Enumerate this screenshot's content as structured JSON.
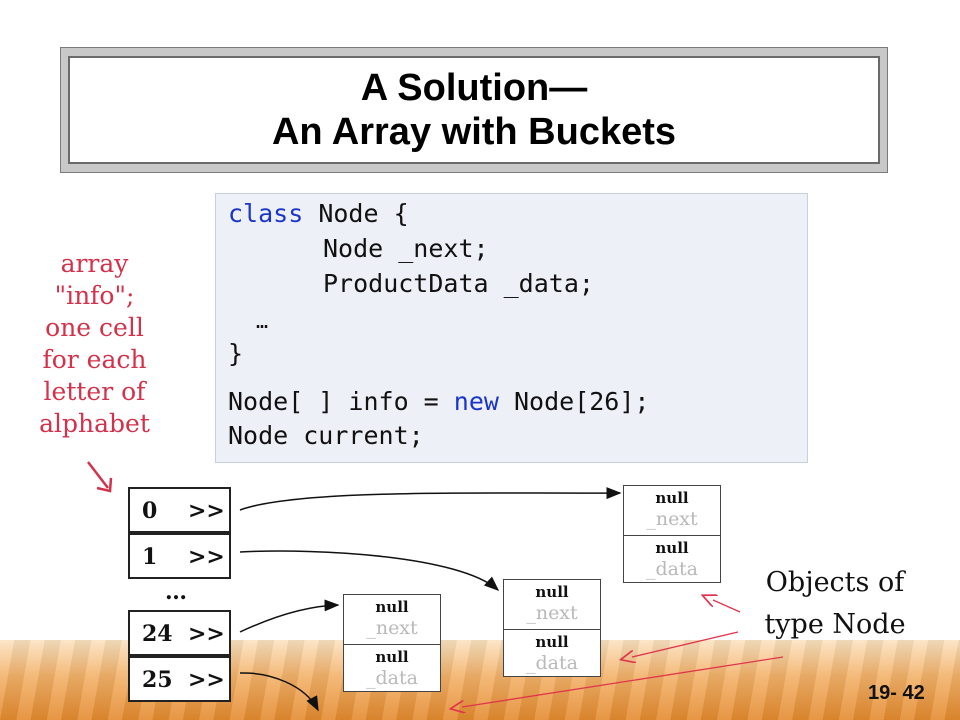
{
  "title": {
    "line1": "A Solution—",
    "line2": "An Array with Buckets"
  },
  "code": {
    "l1_kw": "class",
    "l1_rest": " Node {",
    "l2": "Node _next;",
    "l3": "ProductData _data;",
    "l4": "…",
    "l5": "}",
    "l6_a": "Node[ ] info = ",
    "l6_kw": "new",
    "l6_b": " Node[26];",
    "l7": "Node current;"
  },
  "annotation": {
    "lines": [
      "array",
      "\"info\";",
      "one cell",
      "for each",
      "letter of",
      "alphabet"
    ]
  },
  "array_cells": [
    {
      "index": "0",
      "pointer": ">>"
    },
    {
      "index": "1",
      "pointer": ">>"
    },
    {
      "index": "24",
      "pointer": ">>"
    },
    {
      "index": "25",
      "pointer": ">>"
    }
  ],
  "ellipsis": "…",
  "nodes": [
    {
      "next_value": "null",
      "next_label": "_next",
      "data_value": "null",
      "data_label": "_data"
    },
    {
      "next_value": "null",
      "next_label": "_next",
      "data_value": "null",
      "data_label": "_data"
    },
    {
      "next_value": "null",
      "next_label": "_next",
      "data_value": "null",
      "data_label": "_data"
    }
  ],
  "objects_label": {
    "line1": "Objects of",
    "line2": "type Node"
  },
  "slide_number": "19- 42",
  "colors": {
    "annotation": "#d4314a",
    "keyword": "#1a35c9",
    "arrow_red": "#e0354d",
    "band": "#e48a2e"
  }
}
